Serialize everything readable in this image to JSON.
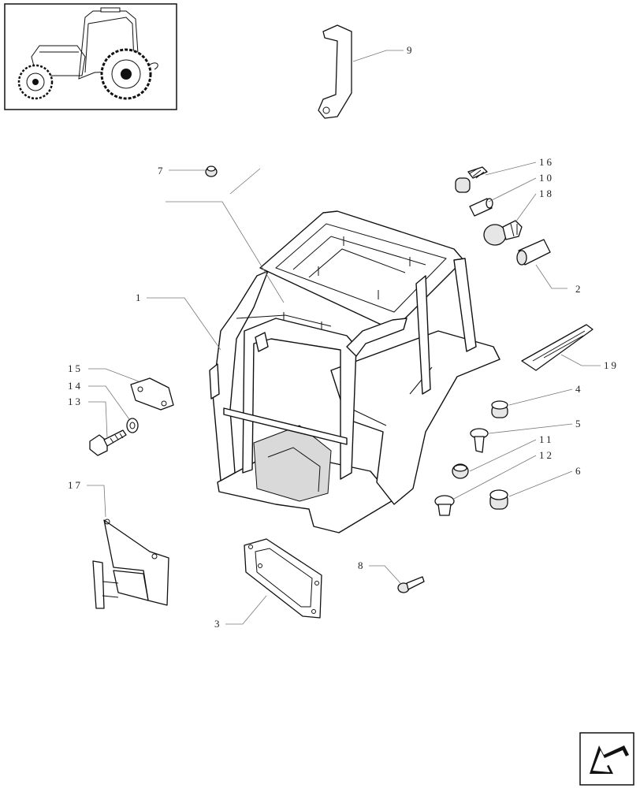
{
  "callouts": [
    {
      "id": "c1",
      "text": "1"
    },
    {
      "id": "c2",
      "text": "2"
    },
    {
      "id": "c3",
      "text": "3"
    },
    {
      "id": "c4",
      "text": "4"
    },
    {
      "id": "c5",
      "text": "5"
    },
    {
      "id": "c6",
      "text": "6"
    },
    {
      "id": "c7",
      "text": "7"
    },
    {
      "id": "c8",
      "text": "8"
    },
    {
      "id": "c9",
      "text": "9"
    },
    {
      "id": "c10",
      "text": "10"
    },
    {
      "id": "c11",
      "text": "11"
    },
    {
      "id": "c12",
      "text": "12"
    },
    {
      "id": "c13",
      "text": "13"
    },
    {
      "id": "c14",
      "text": "14"
    },
    {
      "id": "c15",
      "text": "15"
    },
    {
      "id": "c16",
      "text": "16"
    },
    {
      "id": "c17",
      "text": "17"
    },
    {
      "id": "c18",
      "text": "18"
    },
    {
      "id": "c19",
      "text": "19"
    }
  ],
  "icons": {
    "thumbnail": "tractor-thumbnail-icon",
    "navigation": "next-page-arrow-icon"
  }
}
